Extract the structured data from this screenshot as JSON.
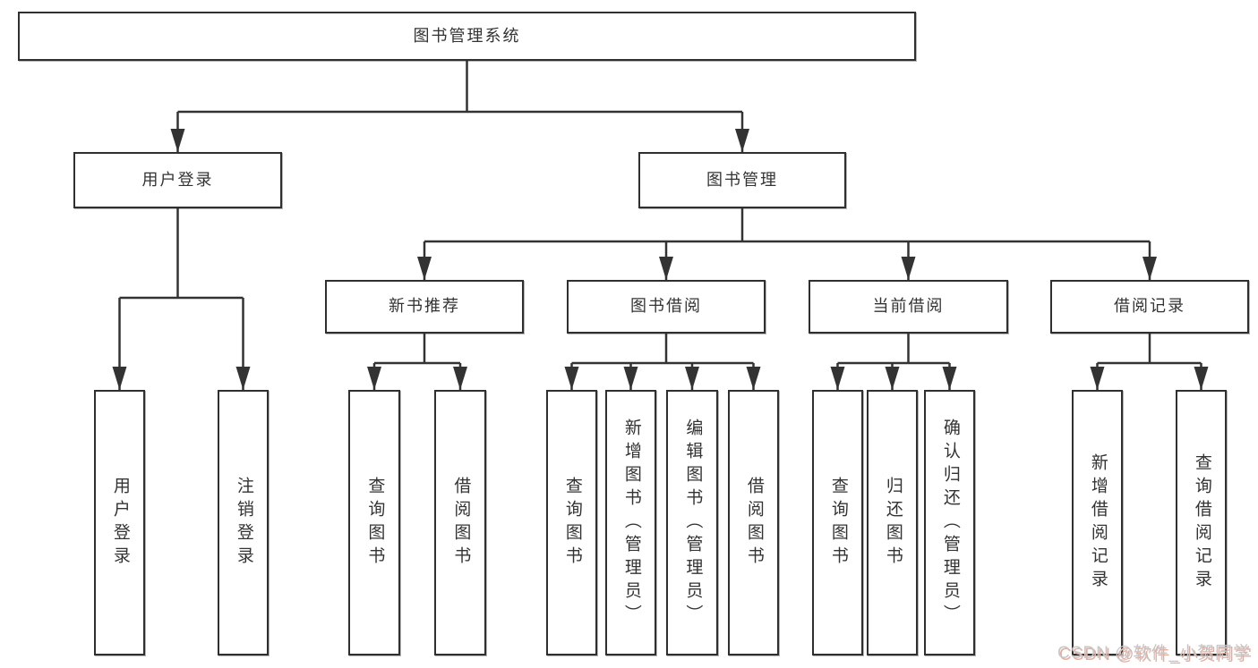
{
  "tree": {
    "id": "root",
    "label": "图书管理系统",
    "children": [
      {
        "id": "user-login",
        "label": "用户登录",
        "children": [
          {
            "id": "login",
            "label": "用户登录"
          },
          {
            "id": "logout",
            "label": "注销登录"
          }
        ]
      },
      {
        "id": "book-mgmt",
        "label": "图书管理",
        "children": [
          {
            "id": "new-book-rec",
            "label": "新书推荐",
            "children": [
              {
                "id": "nbr-query",
                "label": "查询图书"
              },
              {
                "id": "nbr-borrow",
                "label": "借阅图书"
              }
            ]
          },
          {
            "id": "book-borrow",
            "label": "图书借阅",
            "children": [
              {
                "id": "bb-query",
                "label": "查询图书"
              },
              {
                "id": "bb-add",
                "label": "新增图书（管理员）"
              },
              {
                "id": "bb-edit",
                "label": "编辑图书（管理员）"
              },
              {
                "id": "bb-borrow",
                "label": "借阅图书"
              }
            ]
          },
          {
            "id": "current-borrow",
            "label": "当前借阅",
            "children": [
              {
                "id": "cb-query",
                "label": "查询图书"
              },
              {
                "id": "cb-return",
                "label": "归还图书"
              },
              {
                "id": "cb-confirm",
                "label": "确认归还（管理员）"
              }
            ]
          },
          {
            "id": "borrow-records",
            "label": "借阅记录",
            "children": [
              {
                "id": "br-add",
                "label": "新增借阅记录"
              },
              {
                "id": "br-query",
                "label": "查询借阅记录"
              }
            ]
          }
        ]
      }
    ]
  },
  "watermark": "CSDN @软件_小贺同学",
  "colors": {
    "line": "#333333",
    "box_border": "#2f2f2f",
    "box_fill": "#ffffff",
    "text": "#333333",
    "watermark_gray": "#c7c7c7",
    "watermark_red": "#e8ac9e"
  }
}
